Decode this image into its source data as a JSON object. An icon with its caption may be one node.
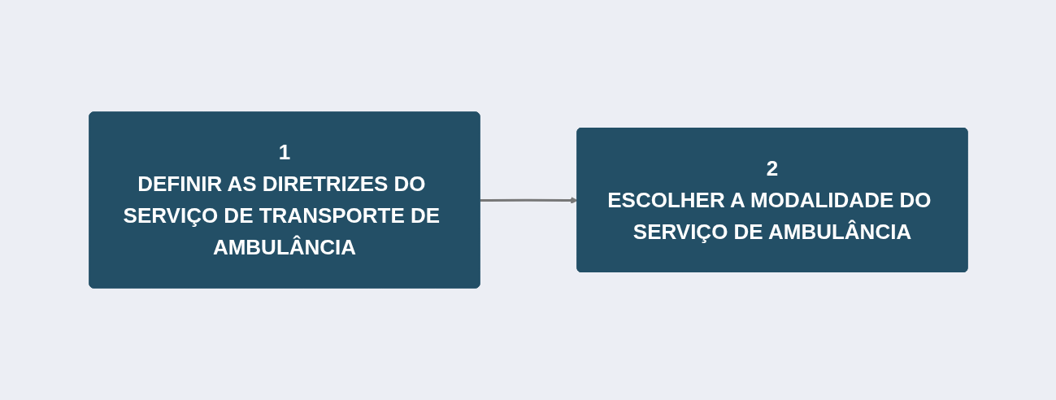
{
  "diagram": {
    "nodes": [
      {
        "text": [
          "1",
          "DEFINIR AS DIRETRIZES DO SERVIÇO DE TRANSPORTE DE AMBULÂNCIA"
        ]
      },
      {
        "text": [
          "2",
          "ESCOLHER A MODALIDADE DO SERVIÇO DE AMBULÂNCIA"
        ]
      }
    ],
    "edges": [
      {
        "from": 0,
        "to": 1,
        "arrow": "to"
      }
    ]
  }
}
